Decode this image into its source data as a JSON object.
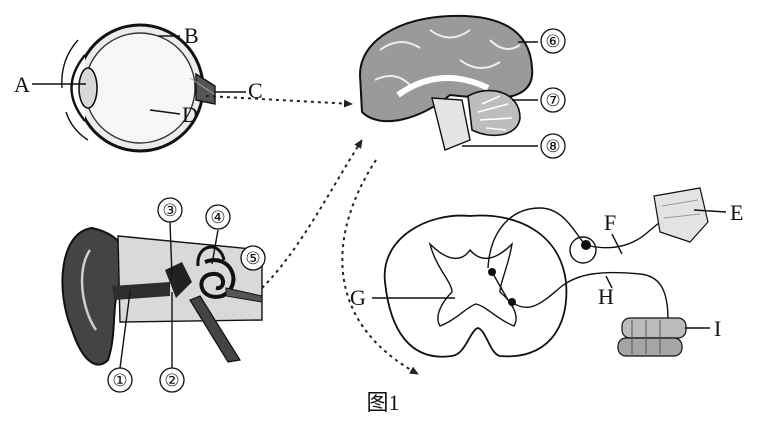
{
  "eye": {
    "labels": {
      "A": "A",
      "B": "B",
      "C": "C",
      "D": "D"
    }
  },
  "brain": {
    "labels": {
      "six": "⑥",
      "seven": "⑦",
      "eight": "⑧"
    }
  },
  "ear": {
    "labels": {
      "one": "①",
      "two": "②",
      "three": "③",
      "four": "④",
      "five": "⑤"
    }
  },
  "reflex": {
    "labels": {
      "E": "E",
      "F": "F",
      "G": "G",
      "H": "H",
      "I": "I"
    }
  },
  "caption": "图1"
}
